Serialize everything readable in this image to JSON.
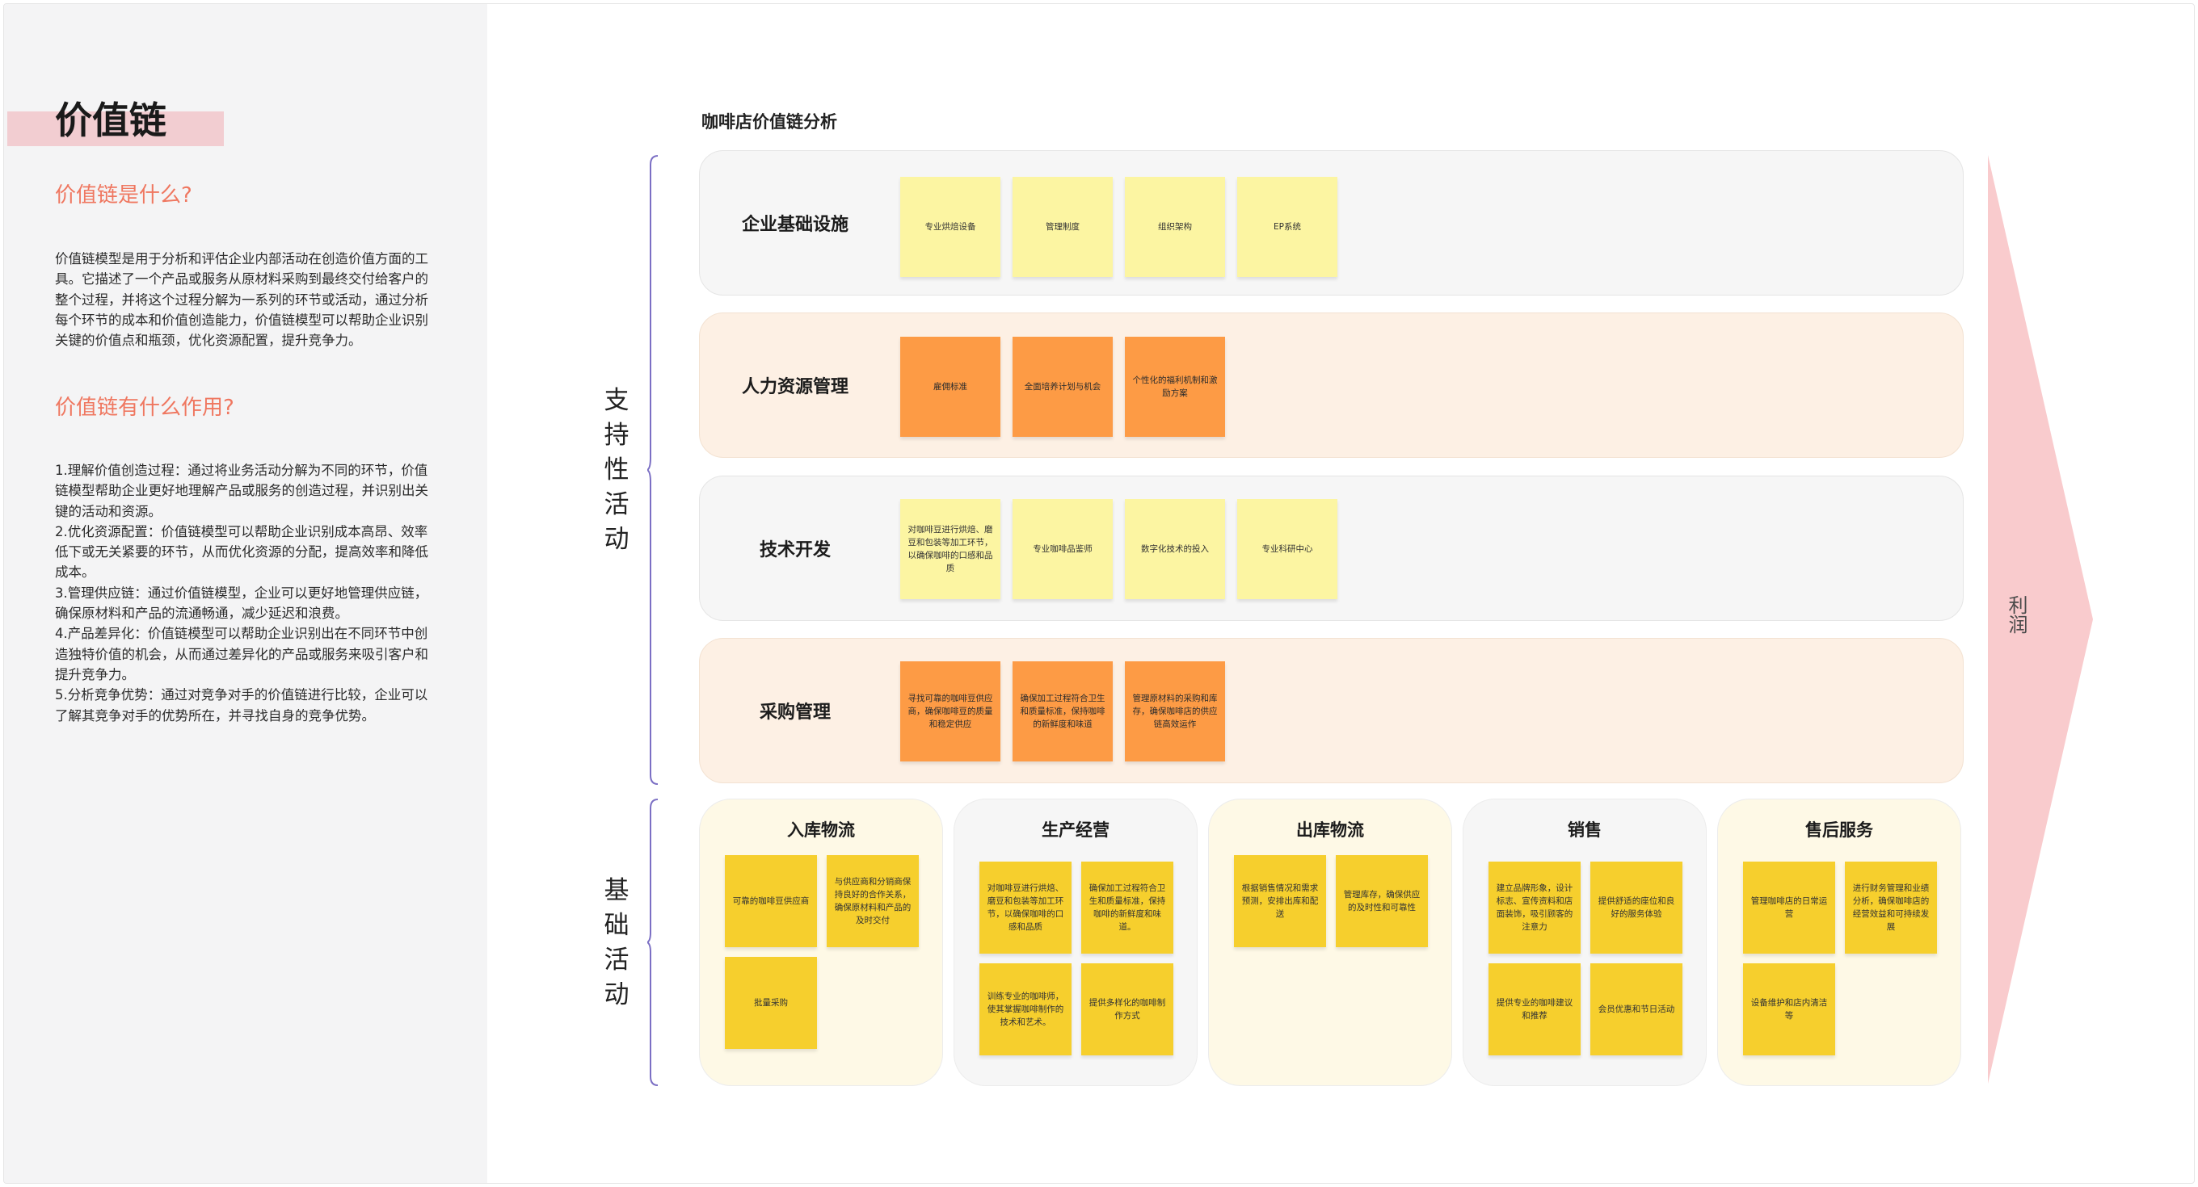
{
  "left": {
    "title": "价值链",
    "q1": "价值链是什么?",
    "a1": "价值链模型是用于分析和评估企业内部活动在创造价值方面的工具。它描述了一个产品或服务从原材料采购到最终交付给客户的整个过程，并将这个过程分解为一系列的环节或活动，通过分析每个环节的成本和价值创造能力，价值链模型可以帮助企业识别关键的价值点和瓶颈，优化资源配置，提升竞争力。",
    "q2": "价值链有什么作用?",
    "uses": [
      "1.理解价值创造过程：通过将业务活动分解为不同的环节，价值链模型帮助企业更好地理解产品或服务的创造过程，并识别出关键的活动和资源。",
      "2.优化资源配置：价值链模型可以帮助企业识别成本高昂、效率低下或无关紧要的环节，从而优化资源的分配，提高效率和降低成本。",
      "3.管理供应链：通过价值链模型，企业可以更好地管理供应链，确保原材料和产品的流通畅通，减少延迟和浪费。",
      "4.产品差异化：价值链模型可以帮助企业识别出在不同环节中创造独特价值的机会，从而通过差异化的产品或服务来吸引客户和提升竞争力。",
      "5.分析竞争优势：通过对竞争对手的价值链进行比较，企业可以了解其竞争对手的优势所在，并寻找自身的竞争优势。"
    ]
  },
  "diagram": {
    "title": "咖啡店价值链分析",
    "support_label": [
      "支",
      "持",
      "性",
      "活",
      "动"
    ],
    "primary_label": [
      "基",
      "础",
      "活",
      "动"
    ],
    "profit_label": "利润",
    "support_rows": [
      {
        "label": "企业基础设施",
        "notes": [
          "专业烘焙设备",
          "管理制度",
          "组织架构",
          "EP系统"
        ]
      },
      {
        "label": "人力资源管理",
        "notes": [
          "雇佣标准",
          "全面培养计划与机会",
          "个性化的福利机制和激励方案"
        ]
      },
      {
        "label": "技术开发",
        "notes": [
          "对咖啡豆进行烘焙、磨豆和包装等加工环节，以确保咖啡的口感和品质",
          "专业咖啡品鉴师",
          "数字化技术的投入",
          "专业科研中心"
        ]
      },
      {
        "label": "采购管理",
        "notes": [
          "寻找可靠的咖啡豆供应商，确保咖啡豆的质量和稳定供应",
          "确保加工过程符合卫生和质量标准，保持咖啡的新鲜度和味道",
          "管理原材料的采购和库存，确保咖啡店的供应链高效运作"
        ]
      }
    ],
    "primary_columns": [
      {
        "label": "入库物流",
        "notes": [
          "可靠的咖啡豆供应商",
          "与供应商和分销商保持良好的合作关系，确保原材料和产品的及时交付",
          "批量采购"
        ]
      },
      {
        "label": "生产经营",
        "notes": [
          "对咖啡豆进行烘焙、磨豆和包装等加工环节，以确保咖啡的口感和品质",
          "确保加工过程符合卫生和质量标准，保持咖啡的新鲜度和味道。",
          "训练专业的咖啡师，使其掌握咖啡制作的技术和艺术。",
          "提供多样化的咖啡制作方式"
        ]
      },
      {
        "label": "出库物流",
        "notes": [
          "根据销售情况和需求预测，安排出库和配送",
          "管理库存，确保供应的及时性和可靠性"
        ]
      },
      {
        "label": "销售",
        "notes": [
          "建立品牌形象，设计标志、宣传资料和店面装饰，吸引顾客的注意力",
          "提供舒适的座位和良好的服务体验",
          "提供专业的咖啡建议和推荐",
          "会员优惠和节日活动"
        ]
      },
      {
        "label": "售后服务",
        "notes": [
          "管理咖啡店的日常运营",
          "进行财务管理和业绩分析，确保咖啡店的经营效益和可持续发展",
          "设备维护和店内清洁等"
        ]
      }
    ]
  }
}
